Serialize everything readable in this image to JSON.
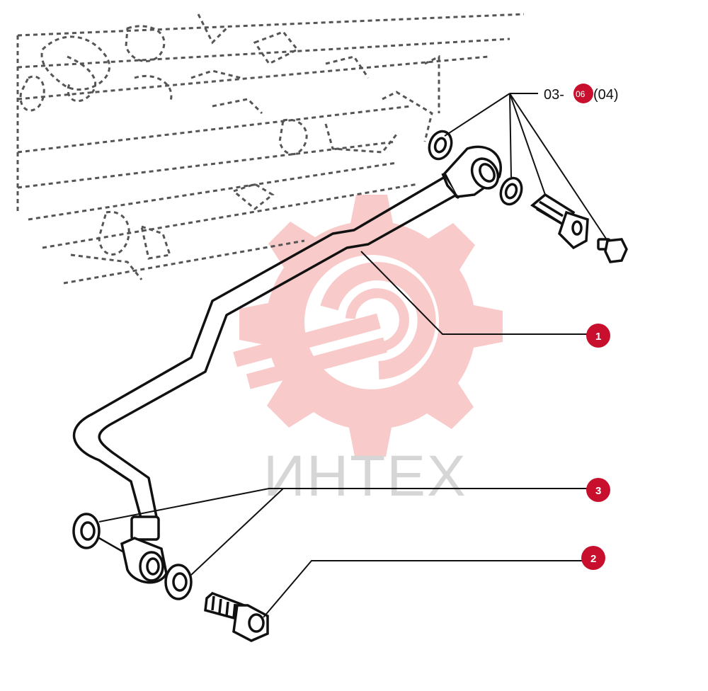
{
  "reference": {
    "prefix": "03-",
    "badge": "06",
    "suffix": "(04)"
  },
  "callouts": [
    {
      "id": "callout-1",
      "number": "1"
    },
    {
      "id": "callout-2",
      "number": "2"
    },
    {
      "id": "callout-3",
      "number": "3"
    }
  ],
  "watermark": {
    "text": "ИНТЕХ",
    "gear_color": "#f4a0a0",
    "text_color": "#d6d6d6"
  },
  "colors": {
    "callout": "#c8102e",
    "line": "#111111",
    "engine_dotted": "#555555"
  }
}
